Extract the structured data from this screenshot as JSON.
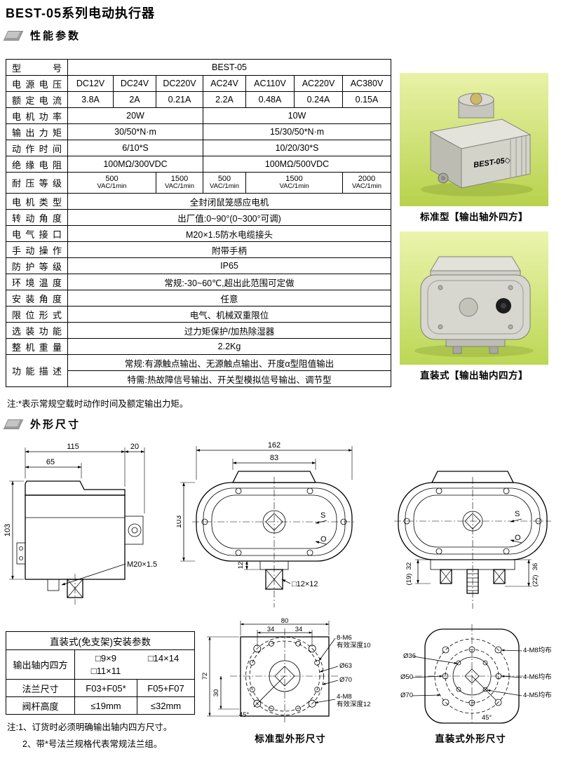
{
  "page": {
    "title": "BEST-05系列电动执行器"
  },
  "sections": {
    "performance": "性能参数",
    "dimensions": "外形尺寸"
  },
  "spec": {
    "model": {
      "label": "型号",
      "value": "BEST-05"
    },
    "voltage": {
      "label": "电源电压",
      "v": [
        "DC12V",
        "DC24V",
        "DC220V",
        "AC24V",
        "AC110V",
        "AC220V",
        "AC380V"
      ]
    },
    "current": {
      "label": "额定电流",
      "v": [
        "3.8A",
        "2A",
        "0.21A",
        "2.2A",
        "0.48A",
        "0.24A",
        "0.15A"
      ]
    },
    "power": {
      "label": "电机功率",
      "left": "20W",
      "right": "10W"
    },
    "torque": {
      "label": "输出力矩",
      "left": "30/50*N·m",
      "right": "15/30/50*N·m"
    },
    "time": {
      "label": "动作时间",
      "left": "6/10*S",
      "right": "10/20/30*S"
    },
    "insulation": {
      "label": "绝缘电阻",
      "left": "100MΩ/300VDC",
      "right": "100MΩ/500VDC"
    },
    "withstand": {
      "label": "耐压等级",
      "cells": [
        {
          "num": "500",
          "unit": "VAC/1min"
        },
        {
          "num": "1500",
          "unit": "VAC/1min"
        },
        {
          "num": "500",
          "unit": "VAC/1min"
        },
        {
          "num": "1500",
          "unit": "VAC/1min"
        },
        {
          "num": "2000",
          "unit": "VAC/1min"
        }
      ]
    },
    "motor_type": {
      "label": "电机类型",
      "value": "全封闭鼠笼感应电机"
    },
    "angle": {
      "label": "转动角度",
      "value": "出厂值:0~90°(0~300°可调)"
    },
    "interface": {
      "label": "电气接口",
      "value": "M20×1.5防水电缆接头"
    },
    "manual": {
      "label": "手动操作",
      "value": "附带手柄"
    },
    "protection": {
      "label": "防护等级",
      "value": "IP65"
    },
    "temperature": {
      "label": "环境温度",
      "value": "常规:-30~60℃,超出此范围可定做"
    },
    "mount_angle": {
      "label": "安装角度",
      "value": "任意"
    },
    "limit": {
      "label": "限位形式",
      "value": "电气、机械双重限位"
    },
    "optional": {
      "label": "选装功能",
      "value": "过力矩保护/加热除湿器"
    },
    "weight": {
      "label": "整机重量",
      "value": "2.2Kg"
    },
    "func": {
      "label": "功能描述",
      "row1": "常规:有源触点输出、无源触点输出、开度α型阻值输出",
      "row2": "特需:热故障信号输出、开关型模拟信号输出、调节型"
    }
  },
  "note_spec": "注:*表示常规空载时动作时间及额定输出力矩。",
  "products": {
    "standard": {
      "caption": "标准型【输出轴外四方】",
      "badge": "BEST-05◇"
    },
    "direct": {
      "caption": "直装式【输出轴内四方】"
    }
  },
  "drawings": {
    "side": {
      "dim115": "115",
      "dim20": "20",
      "dim65": "65",
      "dim103": "103",
      "thread": "M20×1.5"
    },
    "front": {
      "dim162": "162",
      "dim83": "83",
      "dim103": "103",
      "dim12": "12",
      "shaft": "□12×12",
      "s": "S",
      "o": "O"
    },
    "direct": {
      "dim32": "32",
      "dim19": "(19)",
      "dim36": "36",
      "dim22": "(22)",
      "s": "S",
      "o": "O"
    },
    "std_flange": {
      "caption": "标准型外形尺寸",
      "dim80": "80",
      "dim34a": "34",
      "dim34b": "34",
      "dim72": "72",
      "dim30": "30",
      "m6": "8-M6",
      "m6_depth": "有效深度10",
      "d63": "Ø63",
      "d70": "Ø70",
      "m8": "4-M8",
      "m8_depth": "有效深度12",
      "angle": "45°"
    },
    "direct_flange": {
      "caption": "直装式外形尺寸",
      "d36": "Ø36",
      "d50": "Ø50",
      "d70": "Ø70",
      "m8": "4-M8均布",
      "m6": "4-M6均布",
      "m5": "4-M5均布",
      "angle": "45°"
    }
  },
  "mount_table": {
    "title": "直装式(免支架)安装参数",
    "shaft": {
      "label": "输出轴内四方",
      "a": "□9×9",
      "b": "□14×14",
      "c": "□11×11"
    },
    "flange": {
      "label": "法兰尺寸",
      "a": "F03+F05*",
      "b": "F05+F07"
    },
    "stem": {
      "label": "阀杆高度",
      "a": "≤19mm",
      "b": "≤32mm"
    }
  },
  "notes_bottom": {
    "line1": "注:1、订货时必须明确输出轴内四方尺寸。",
    "line2": "2、带*号法兰规格代表常规法兰组。"
  }
}
